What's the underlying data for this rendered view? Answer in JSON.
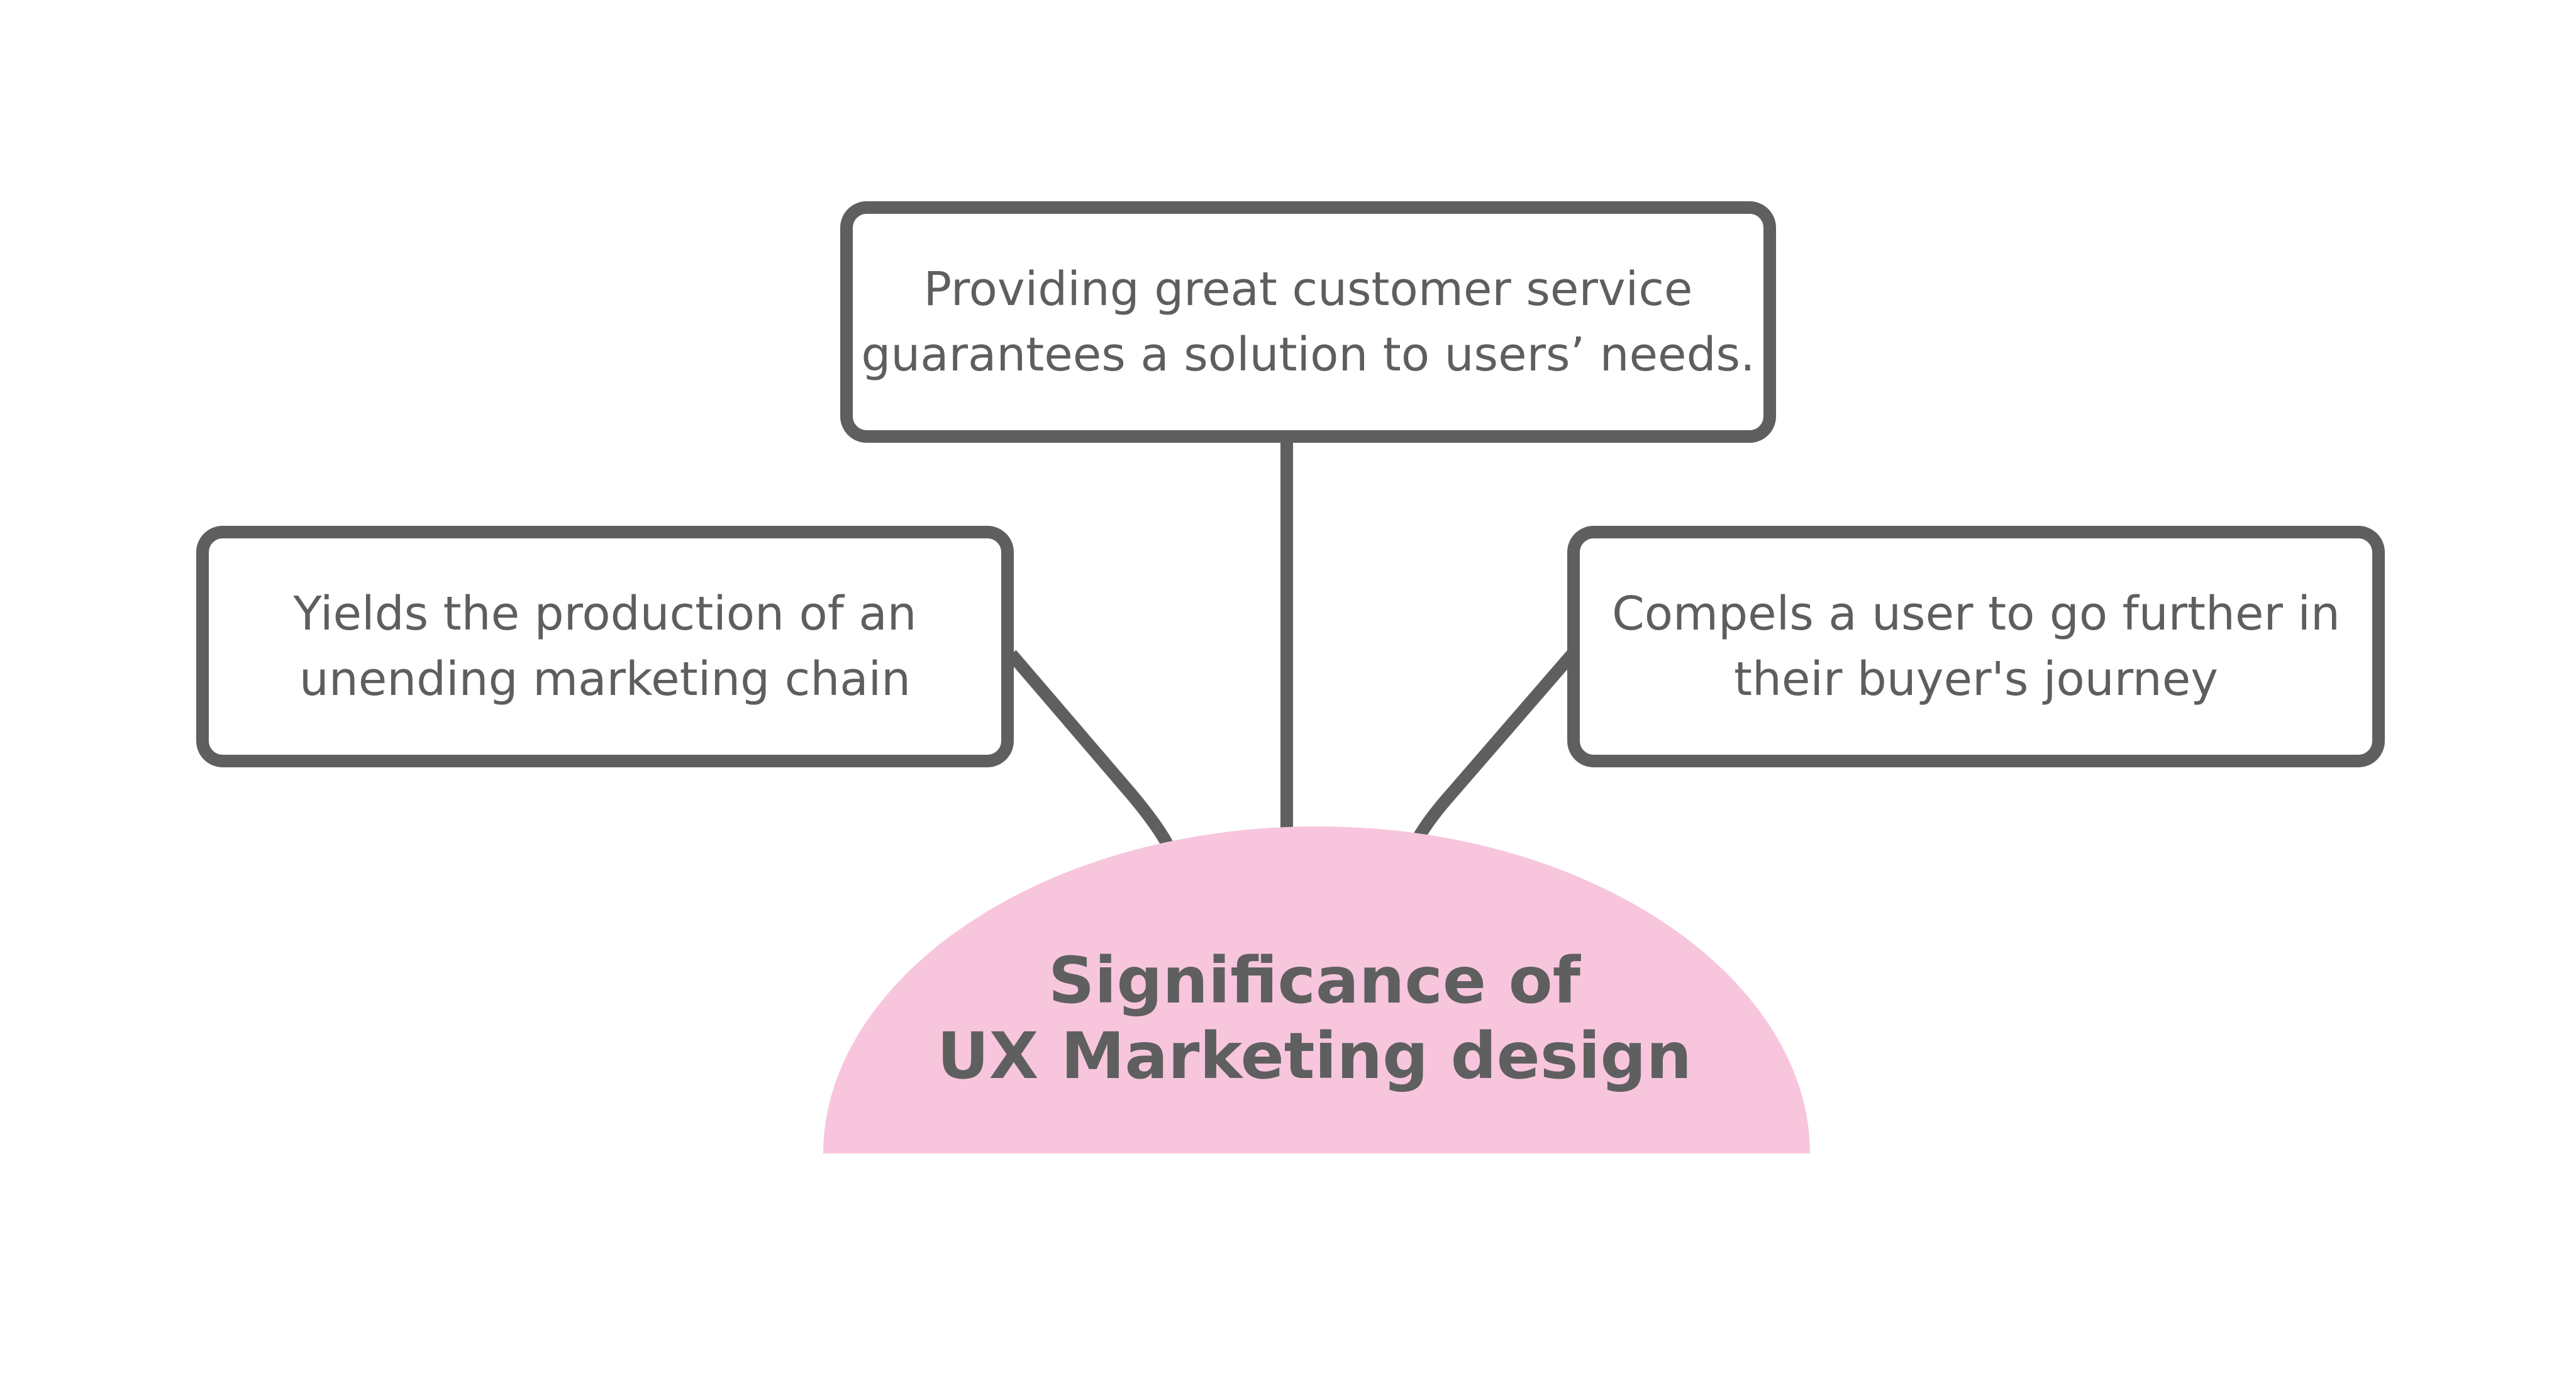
{
  "diagram": {
    "hub": {
      "title": "Significance of\nUX Marketing design",
      "fill_color": "#f7c6dc",
      "text_color": "#5f5f60"
    },
    "nodes": [
      {
        "id": "top",
        "text": "Providing great customer service\nguarantees a solution to users’ needs."
      },
      {
        "id": "left",
        "text": "Yields the production of an\nunending marketing chain"
      },
      {
        "id": "right",
        "text": "Compels a user to go further in\ntheir buyer's journey"
      }
    ],
    "line_color": "#5f5f60"
  }
}
